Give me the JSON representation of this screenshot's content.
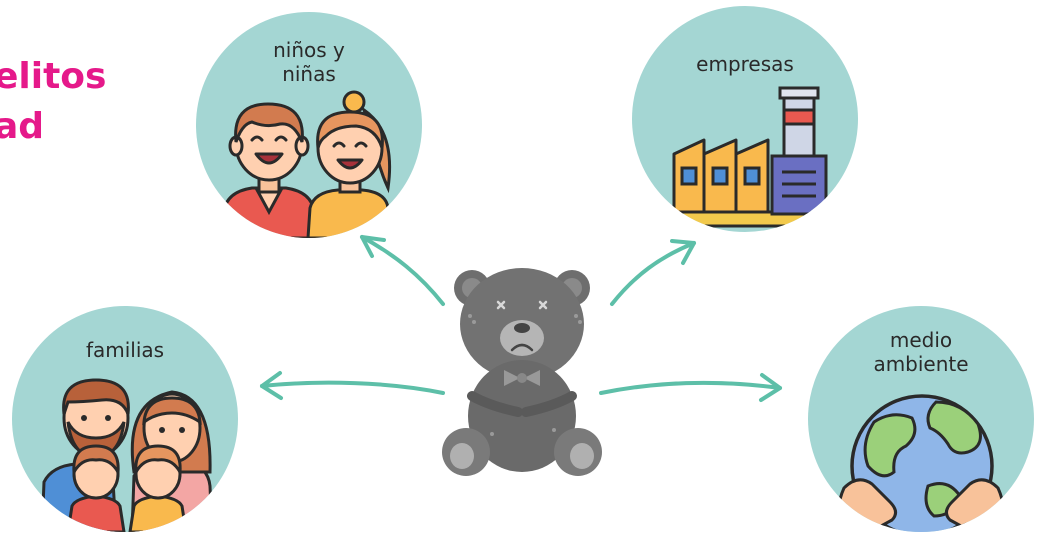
{
  "title": {
    "line1": "elitos",
    "line2": "ad",
    "color": "#e5198a"
  },
  "center": {
    "icon": "sad-teddy-bear-icon"
  },
  "nodes": [
    {
      "id": "ninos",
      "label_line1": "niños y",
      "label_line2": "niñas",
      "icon": "children-icon"
    },
    {
      "id": "empresas",
      "label_line1": "empresas",
      "label_line2": "",
      "icon": "factory-icon"
    },
    {
      "id": "familias",
      "label_line1": "familias",
      "label_line2": "",
      "icon": "family-icon"
    },
    {
      "id": "medio",
      "label_line1": "medio",
      "label_line2": "ambiente",
      "icon": "earth-in-hands-icon"
    }
  ],
  "colors": {
    "circle": "#a4d6d3",
    "arrow": "#5dbfa8",
    "bear": "#6e6e6e"
  }
}
